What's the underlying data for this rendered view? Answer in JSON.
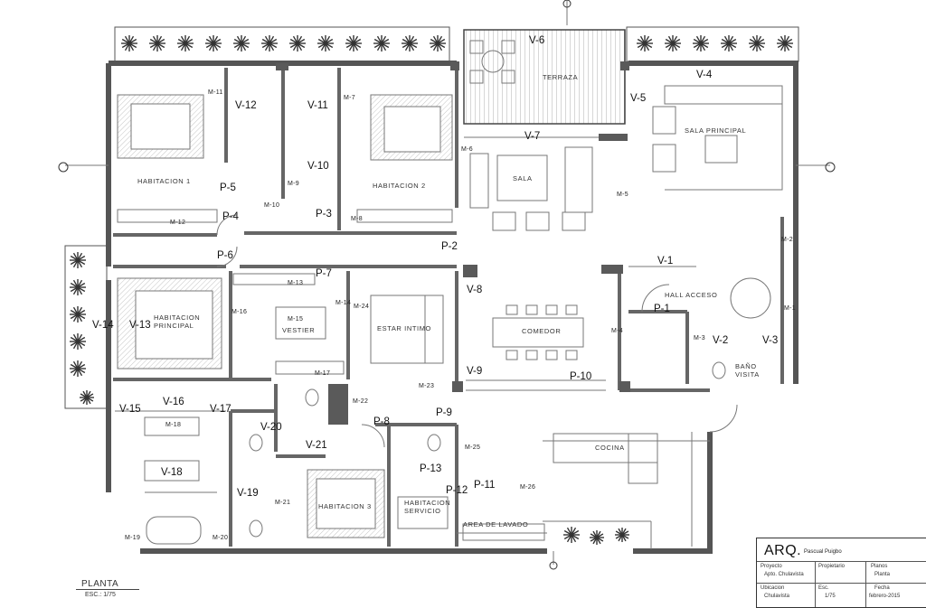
{
  "room_labels": {
    "terraza": "TERRAZA",
    "sala_principal": "SALA PRINCIPAL",
    "habitacion_1": "HABITACION 1",
    "habitacion_2": "HABITACION 2",
    "sala": "SALA",
    "hall_acceso": "HALL ACCESO",
    "habitacion_principal_l1": "HABITACION",
    "habitacion_principal_l2": "PRINCIPAL",
    "vestier": "VESTIER",
    "estar_intimo": "ESTAR INTIMO",
    "comedor": "COMEDOR",
    "bano_visita_l1": "BAÑO",
    "bano_visita_l2": "VISITA",
    "cocina": "COCINA",
    "habitacion_3": "HABITACION 3",
    "habitacion_servicio_l1": "HABITACION",
    "habitacion_servicio_l2": "SERVICIO",
    "area_de_lavado": "AREA DE LAVADO"
  },
  "windows": {
    "v1": "V-1",
    "v2": "V-2",
    "v3": "V-3",
    "v4": "V-4",
    "v5": "V-5",
    "v6": "V-6",
    "v7": "V-7",
    "v8": "V-8",
    "v9": "V-9",
    "v10": "V-10",
    "v11": "V-11",
    "v12": "V-12",
    "v13": "V-13",
    "v14": "V-14",
    "v15": "V-15",
    "v16": "V-16",
    "v17": "V-17",
    "v18": "V-18",
    "v19": "V-19",
    "v20": "V-20",
    "v21": "V-21"
  },
  "doors": {
    "p1": "P-1",
    "p2": "P-2",
    "p3": "P-3",
    "p4": "P-4",
    "p5": "P-5",
    "p6": "P-6",
    "p7": "P-7",
    "p8": "P-8",
    "p9": "P-9",
    "p10": "P-10",
    "p11": "P-11",
    "p12": "P-12",
    "p13": "P-13"
  },
  "furniture_marks": {
    "m1": "M-1",
    "m2": "M-2",
    "m3": "M-3",
    "m4": "M-4",
    "m5": "M-5",
    "m6": "M-6",
    "m7": "M-7",
    "m8": "M-8",
    "m9": "M-9",
    "m10": "M-10",
    "m11": "M-11",
    "m12": "M-12",
    "m13": "M-13",
    "m14": "M-14",
    "m15": "M-15",
    "m16": "M-16",
    "m17": "M-17",
    "m18": "M-18",
    "m19": "M-19",
    "m20": "M-20",
    "m21": "M-21",
    "m22": "M-22",
    "m23": "M-23",
    "m24": "M-24",
    "m25": "M-25",
    "m26": "M-26"
  },
  "plan_caption": {
    "title": "PLANTA",
    "scale": "ESC.: 1/75"
  },
  "title_block": {
    "firm": "ARQ.",
    "architect": "Pascual Puigbo",
    "proyecto_label": "Proyecto",
    "proyecto_value": "Apto. Chulavista",
    "propietario_label": "Propietario",
    "planos_label": "Planos",
    "planos_value": "Planta",
    "ubicacion_label": "Ubicacion",
    "ubicacion_value": "Chulavista",
    "escala_label": "Esc.",
    "escala_value": "1/75",
    "fecha_label": "Fecha",
    "fecha_value": "febrero-2015"
  },
  "colors": {
    "wall": "#5a5a5a",
    "wall_dark": "#3a3a3a",
    "line": "#444444",
    "hatch": "#bdbdbd",
    "paper": "#ffffff"
  },
  "icons": {
    "plants": "palm-plant-icon",
    "section_marker": "section-marker-icon"
  }
}
